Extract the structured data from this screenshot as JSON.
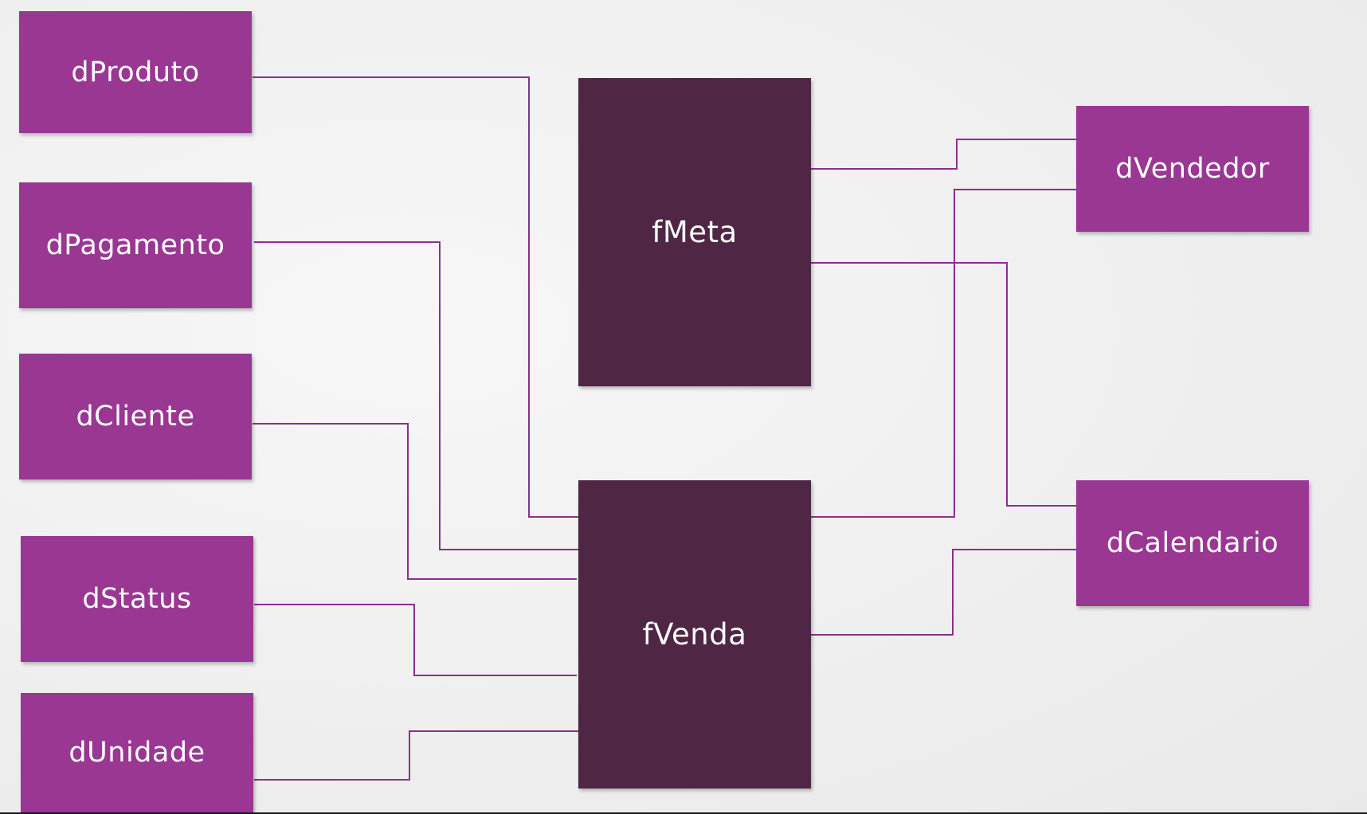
{
  "diagram": {
    "dimensions": {
      "dProduto": "dProduto",
      "dPagamento": "dPagamento",
      "dCliente": "dCliente",
      "dStatus": "dStatus",
      "dUnidade": "dUnidade",
      "dVendedor": "dVendedor",
      "dCalendario": "dCalendario"
    },
    "facts": {
      "fMeta": "fMeta",
      "fVenda": "fVenda"
    },
    "relationships": [
      {
        "from": "dProduto",
        "to": "fVenda"
      },
      {
        "from": "dPagamento",
        "to": "fVenda"
      },
      {
        "from": "dCliente",
        "to": "fVenda"
      },
      {
        "from": "dStatus",
        "to": "fVenda"
      },
      {
        "from": "dUnidade",
        "to": "fVenda"
      },
      {
        "from": "dVendedor",
        "to": "fMeta"
      },
      {
        "from": "dCalendario",
        "to": "fMeta"
      },
      {
        "from": "dVendedor",
        "to": "fVenda"
      },
      {
        "from": "dCalendario",
        "to": "fVenda"
      }
    ],
    "colors": {
      "dimension": "#993793",
      "fact": "#4f2643",
      "link": "#8b2f8b",
      "label": "#ffffff"
    }
  }
}
